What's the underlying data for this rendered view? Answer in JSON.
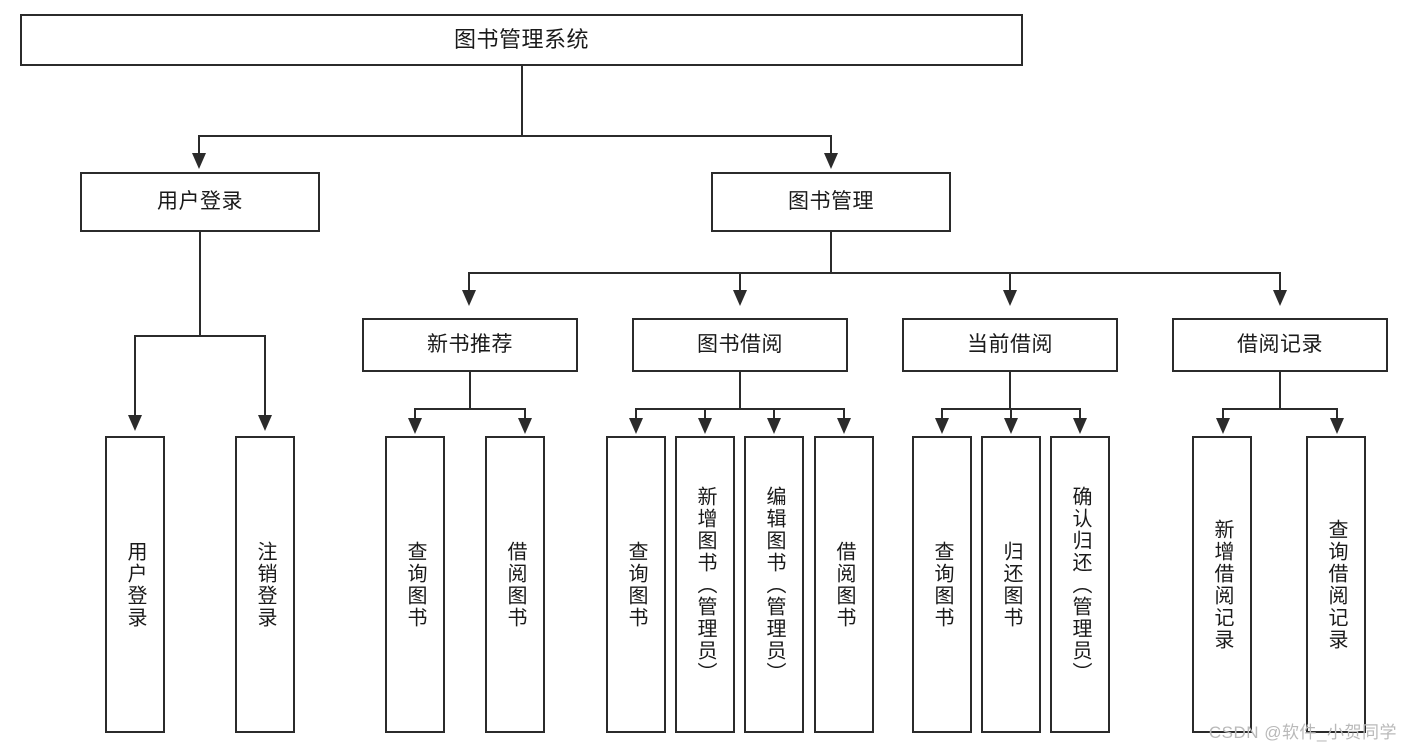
{
  "diagram": {
    "type": "tree",
    "title": "图书管理系统",
    "root": {
      "label": "图书管理系统"
    },
    "level1": [
      {
        "label": "用户登录"
      },
      {
        "label": "图书管理"
      }
    ],
    "level2": [
      {
        "label": "新书推荐"
      },
      {
        "label": "图书借阅"
      },
      {
        "label": "当前借阅"
      },
      {
        "label": "借阅记录"
      }
    ],
    "leaves": {
      "user_login": [
        {
          "label": "用户登录"
        },
        {
          "label": "注销登录"
        }
      ],
      "new_book_recommend": [
        {
          "label": "查询图书"
        },
        {
          "label": "借阅图书"
        }
      ],
      "book_borrow": [
        {
          "label": "查询图书"
        },
        {
          "label": "新增图书（管理员）"
        },
        {
          "label": "编辑图书（管理员）"
        },
        {
          "label": "借阅图书"
        }
      ],
      "current_borrow": [
        {
          "label": "查询图书"
        },
        {
          "label": "归还图书"
        },
        {
          "label": "确认归还（管理员）"
        }
      ],
      "borrow_record": [
        {
          "label": "新增借阅记录"
        },
        {
          "label": "查询借阅记录"
        }
      ]
    }
  },
  "watermark": {
    "text": "CSDN @软件_小贺同学"
  },
  "colors": {
    "border": "#2b2b2b",
    "background": "#ffffff",
    "text": "#1a1a1a",
    "watermark": "#b9b9b9"
  }
}
